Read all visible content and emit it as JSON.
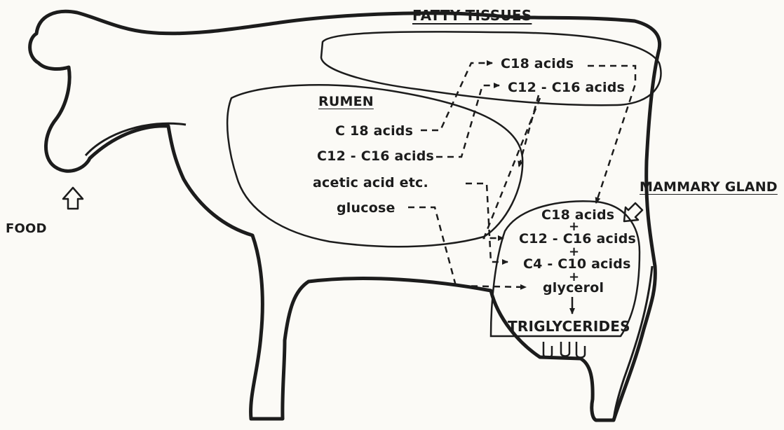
{
  "figure": {
    "regions": {
      "fatty_tissues": "FATTY TISSUES",
      "rumen": "RUMEN",
      "mammary_gland": "MAMMARY GLAND",
      "food": "FOOD"
    },
    "rumen_products": {
      "c18": "C 18 acids",
      "c12_c16": "C12 - C16 acids",
      "acetic": "acetic acid etc.",
      "glucose": "glucose"
    },
    "fatty_tissue_products": {
      "c18": "C18 acids",
      "c12_c16": "C12 - C16 acids"
    },
    "mammary_products": {
      "c18": "C18 acids",
      "c12_c16": "C12 - C16 acids",
      "c4_c10": "C4 - C10 acids",
      "glycerol": "glycerol",
      "plus": "+",
      "result": "TRIGLYCERIDES"
    }
  },
  "colors": {
    "ink": "#1c1c1c",
    "paper": "#fbfaf6"
  }
}
